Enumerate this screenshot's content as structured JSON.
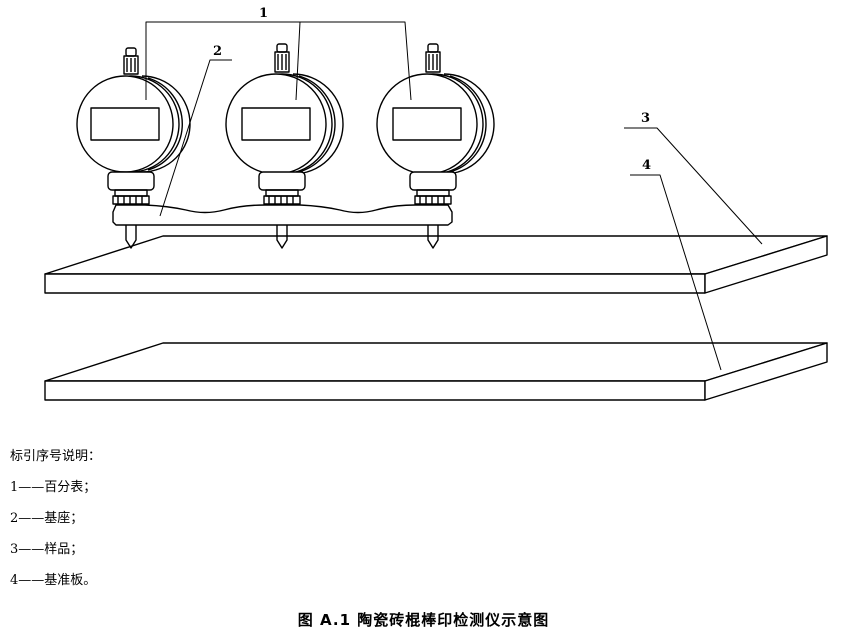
{
  "callouts": {
    "gauges": "1",
    "base": "2",
    "sample": "3",
    "reference_plate": "4"
  },
  "legend": {
    "title": "标引序号说明：",
    "items": [
      "1——百分表；",
      "2——基座；",
      "3——样品；",
      "4——基准板。"
    ]
  },
  "caption": "图 A.1  陶瓷砖棍棒印检测仪示意图"
}
